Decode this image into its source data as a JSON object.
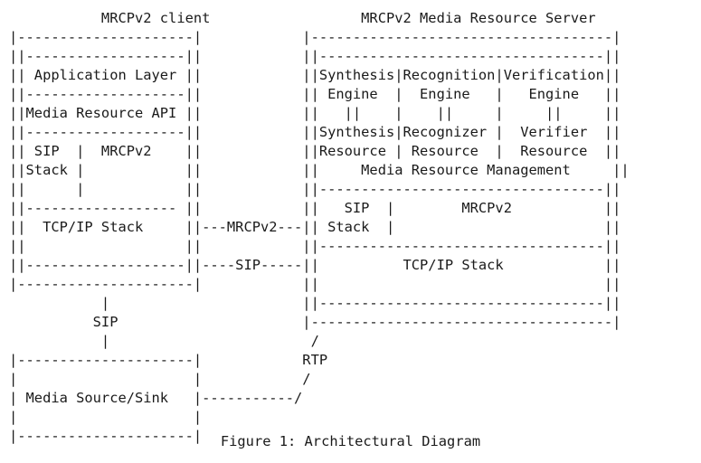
{
  "document": {
    "figure_caption": "Figure 1: Architectural Diagram",
    "background_color": "#ffffff",
    "text_color": "#1a1a1a"
  },
  "diagram": {
    "type": "ascii-art-architecture",
    "client": {
      "title": "MRCPv2 client",
      "layers": [
        "Application Layer",
        "Media Resource API",
        "SIP Stack",
        "MRCPv2",
        "TCP/IP Stack"
      ]
    },
    "server": {
      "title": "MRCPv2 Media Resource Server",
      "engines": [
        "Synthesis Engine",
        "Recognition Engine",
        "Verification Engine"
      ],
      "resources": [
        "Synthesis Resource",
        "Recognizer Resource",
        "Verifier Resource"
      ],
      "management": "Media Resource Management",
      "layers": [
        "SIP Stack",
        "MRCPv2",
        "TCP/IP Stack"
      ]
    },
    "media_endpoint": {
      "label": "Media Source/Sink"
    },
    "connectors": [
      {
        "name": "mrcpv2-link",
        "label": "MRCPv2"
      },
      {
        "name": "sip-link",
        "label": "SIP"
      },
      {
        "name": "sip-media-link",
        "label": "SIP"
      },
      {
        "name": "rtp-link",
        "label": "RTP"
      }
    ],
    "art": "           MRCPv2 client                  MRCPv2 Media Resource Server\n|---------------------|            |------------------------------------|\n||-------------------||            ||----------------------------------||\n|| Application Layer ||            ||Synthesis|Recognition|Verification||\n||-------------------||            || Engine  |  Engine   |   Engine   ||\n||Media Resource API ||            ||   ||    |    ||     |     ||     ||\n||-------------------||            ||Synthesis|Recognizer |  Verifier  ||\n|| SIP  |  MRCPv2    ||            ||Resource | Resource  |  Resource  ||\n||Stack |            ||            ||     Media Resource Management     ||\n||      |            ||            ||----------------------------------||\n||------------------ ||            ||   SIP  |        MRCPv2           ||\n||  TCP/IP Stack     ||---MRCPv2---|| Stack  |                         ||\n||                   ||            ||----------------------------------||\n||-------------------||----SIP-----||          TCP/IP Stack            ||\n|---------------------|            ||                                  ||\n           |                       ||----------------------------------||\n          SIP                      |------------------------------------|\n           |                        /\n|---------------------|            RTP\n|                     |            /\n| Media Source/Sink   |-----------/\n|                     |\n|---------------------|"
  }
}
